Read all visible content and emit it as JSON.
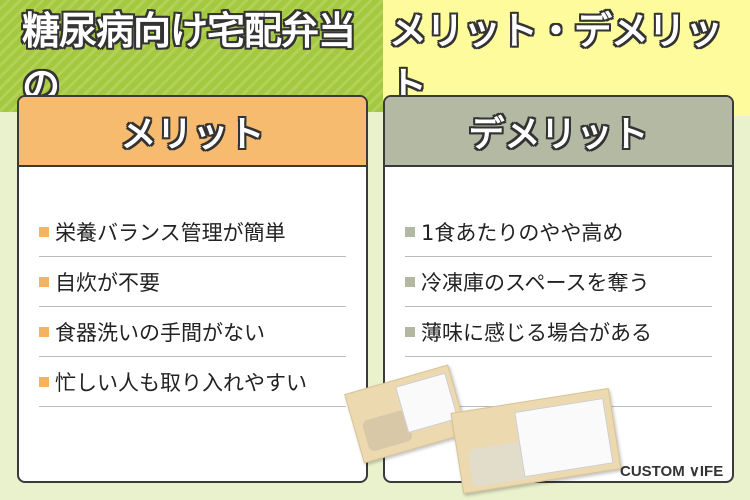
{
  "title": {
    "main": "糖尿病向け宅配弁当の",
    "highlight": "メリット・デメリット"
  },
  "merit": {
    "heading": "メリット",
    "items": [
      "栄養バランス管理が簡単",
      "自炊が不要",
      "食器洗いの手間がない",
      "忙しい人も取り入れやすい"
    ]
  },
  "demerit": {
    "heading": "デメリット",
    "items": [
      "1食あたりのやや高め",
      "冷凍庫のスペースを奪う",
      "薄味に感じる場合がある"
    ]
  },
  "logo": "CUSTOM LIFE",
  "colors": {
    "merit": "#f6bb6e",
    "demerit": "#b4b9a3",
    "highlight": "#fdfb9c",
    "header": "#a4c83f"
  }
}
